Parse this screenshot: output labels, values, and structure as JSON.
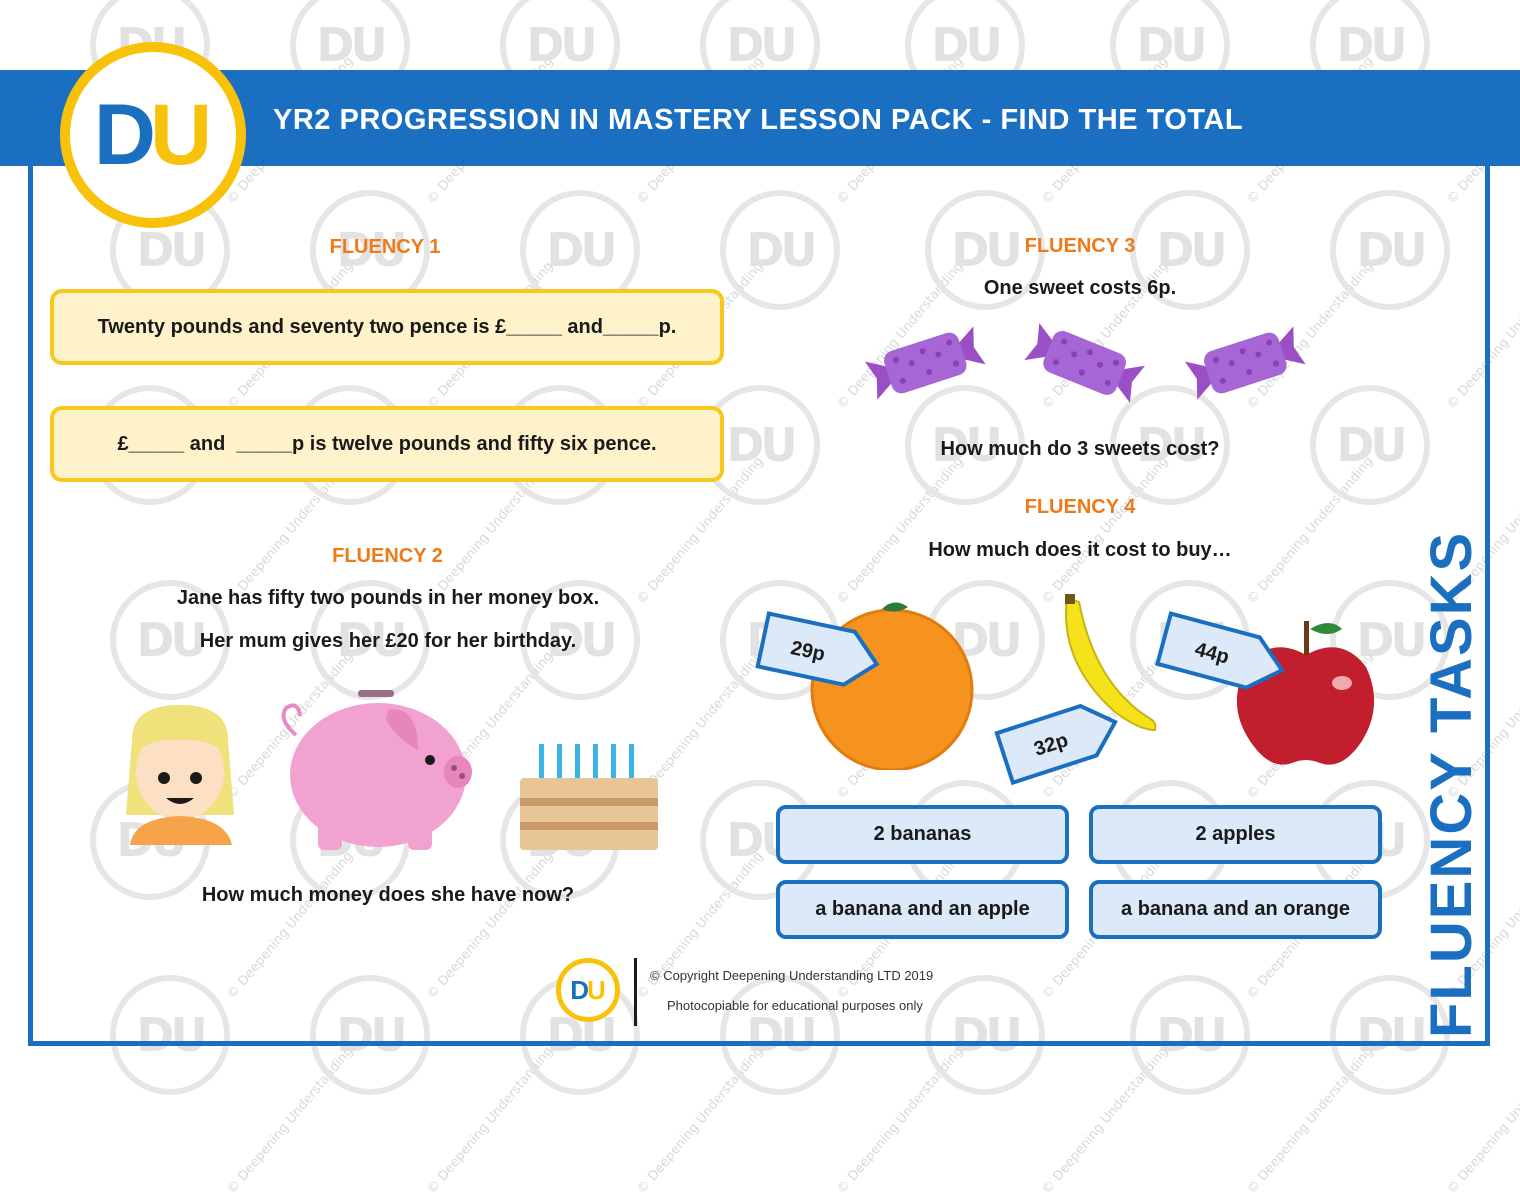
{
  "header": {
    "title": "YR2 PROGRESSION IN MASTERY LESSON PACK - FIND THE TOTAL",
    "logo_letters": "DU"
  },
  "watermark": {
    "mark": "DU",
    "text": "© Deepening Understanding"
  },
  "fluency1": {
    "title": "FLUENCY 1",
    "q1": "Twenty pounds and seventy two pence is £_____ and_____p.",
    "q2": "£_____ and  _____p is twelve pounds and fifty six pence."
  },
  "fluency2": {
    "title": "FLUENCY 2",
    "line1": "Jane has fifty two pounds in her money box.",
    "line2": "Her mum gives her £20 for her birthday.",
    "question": "How much money does she have now?",
    "icons": [
      "girl-icon",
      "piggy-bank-icon",
      "birthday-cake-icon"
    ]
  },
  "fluency3": {
    "title": "FLUENCY 3",
    "statement": "One sweet costs 6p.",
    "question": "How much do 3 sweets cost?",
    "sweet_count": 3
  },
  "fluency4": {
    "title": "FLUENCY 4",
    "prompt": "How much does it cost to buy…",
    "items": [
      {
        "name": "orange",
        "price": "29p"
      },
      {
        "name": "banana",
        "price": "32p"
      },
      {
        "name": "apple",
        "price": "44p"
      }
    ],
    "options": [
      "2 bananas",
      "2 apples",
      "a banana and an apple",
      "a banana and an orange"
    ]
  },
  "side_label": "FLUENCY TASKS",
  "footer": {
    "copyright": "© Copyright Deepening Understanding LTD 2019",
    "note": "Photocopiable for educational purposes only",
    "logo_letters": "DU"
  },
  "colors": {
    "brand_blue": "#1b6fc1",
    "brand_yellow": "#f8c20a",
    "title_orange": "#ee7b1b",
    "yellow_box": "#fdf2c9",
    "blue_box": "#dbe9f8"
  }
}
